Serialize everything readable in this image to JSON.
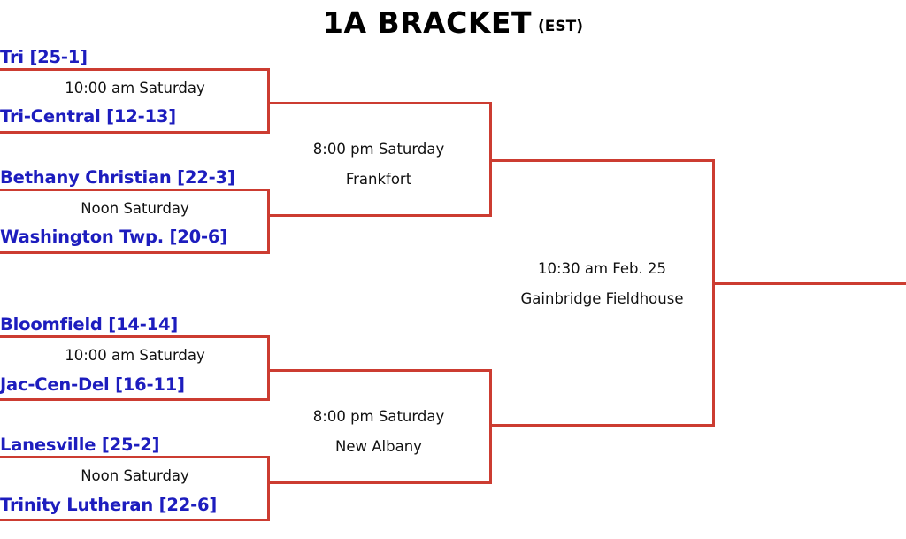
{
  "title": {
    "main": "1A BRACKET",
    "sub": "(EST)"
  },
  "colors": {
    "line": "#cc3c31",
    "team_text": "#1d1dbe",
    "info_text": "#111111",
    "background": "#ffffff"
  },
  "rounds": {
    "quarterfinals": [
      {
        "id": "qf1",
        "top_team": "Tri [25-1]",
        "bottom_team": "Tri-Central [12-13]",
        "time": "10:00 am Saturday",
        "site": ""
      },
      {
        "id": "qf2",
        "top_team": "Bethany Christian [22-3]",
        "bottom_team": "Washington Twp. [20-6]",
        "time": "Noon Saturday",
        "site": ""
      },
      {
        "id": "qf3",
        "top_team": "Bloomfield [14-14]",
        "bottom_team": "Jac-Cen-Del [16-11]",
        "time": "10:00 am Saturday",
        "site": ""
      },
      {
        "id": "qf4",
        "top_team": "Lanesville [25-2]",
        "bottom_team": "Trinity Lutheran [22-6]",
        "time": "Noon Saturday",
        "site": ""
      }
    ],
    "semifinals": [
      {
        "id": "sf1",
        "time": "8:00 pm Saturday",
        "site": "Frankfort"
      },
      {
        "id": "sf2",
        "time": "8:00 pm Saturday",
        "site": "New Albany"
      }
    ],
    "final": {
      "id": "final",
      "time": "10:30 am Feb. 25",
      "site": "Gainbridge Fieldhouse"
    }
  }
}
